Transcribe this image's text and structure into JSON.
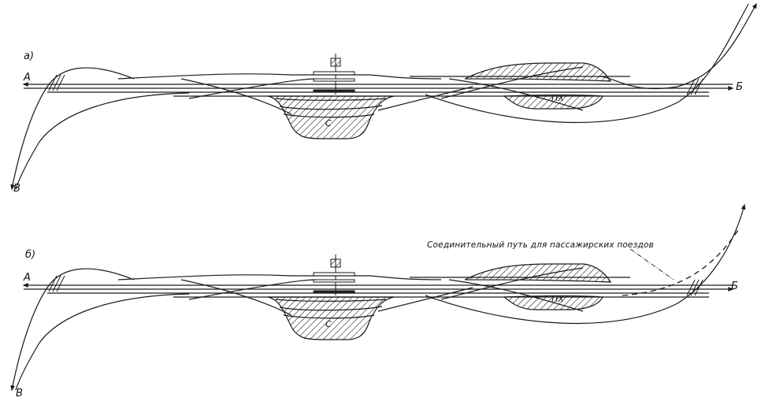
{
  "colors": {
    "ink": "#1a1a1a",
    "background": "#ffffff"
  },
  "panels": [
    {
      "label": "а)",
      "station_left": "А",
      "station_right": "Б",
      "station_bottom": "В",
      "yard_sorting": "С",
      "yard_ph": "ПХ"
    },
    {
      "label": "б)",
      "station_left": "А",
      "station_right": "Б",
      "station_bottom": "В",
      "yard_sorting": "С",
      "yard_ph": "ПХ",
      "note": "Соединительный путь для пассажирских поездов"
    }
  ]
}
